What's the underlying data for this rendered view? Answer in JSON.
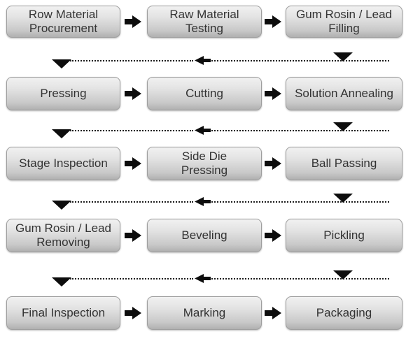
{
  "flowchart": {
    "rows": [
      {
        "steps": [
          "Row Material\nProcurement",
          "Raw Material\nTesting",
          "Gum Rosin / Lead\nFilling"
        ]
      },
      {
        "steps": [
          "Pressing",
          "Cutting",
          "Solution Annealing"
        ]
      },
      {
        "steps": [
          "Stage Inspection",
          "Side Die\nPressing",
          "Ball Passing"
        ]
      },
      {
        "steps": [
          "Gum Rosin / Lead\nRemoving",
          "Beveling",
          "Pickling"
        ]
      },
      {
        "steps": [
          "Final Inspection",
          "Marking",
          "Packaging"
        ]
      }
    ],
    "icons": {
      "step_separator": "right-arrow",
      "row_return_direction": "left-arrow",
      "row_transition": "down-triangle",
      "return_line_style": "dotted"
    },
    "colors": {
      "background": "#ffffff",
      "box_gradient_top": "#f1f1f1",
      "box_gradient_bottom": "#b0b0b0",
      "box_border": "#9e9e9e",
      "text": "#333333",
      "arrow": "#0d0d0d"
    }
  }
}
